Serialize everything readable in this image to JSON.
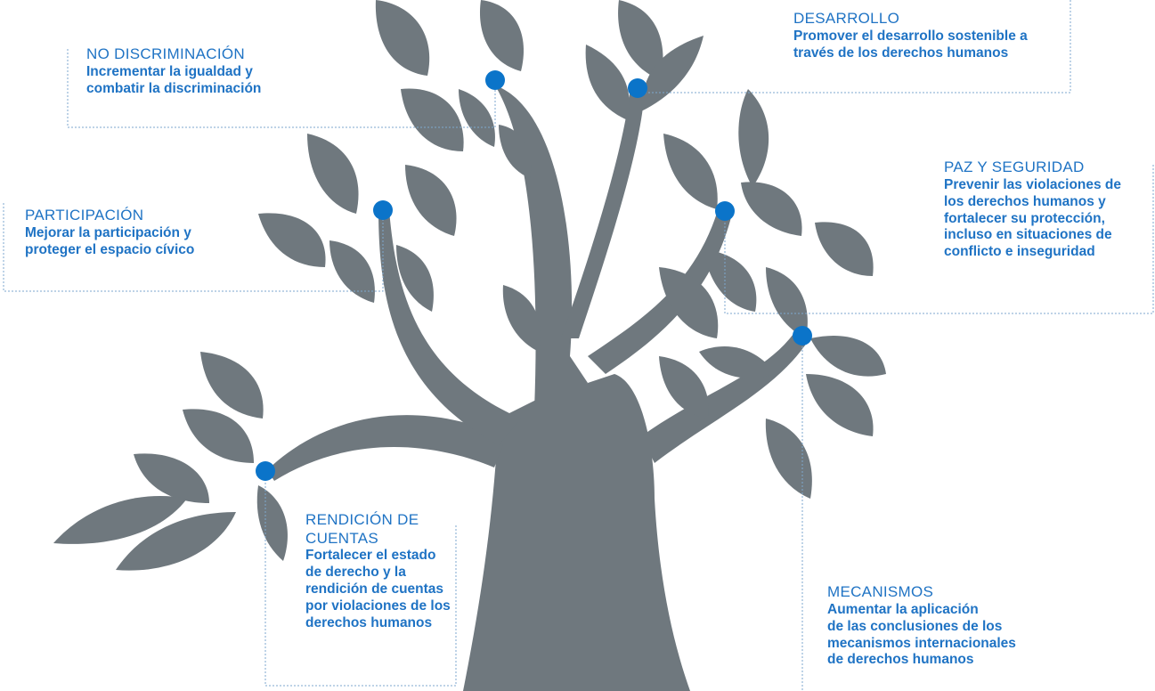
{
  "accent_color": "#0b74c9",
  "tree_color": "#6f787e",
  "connector_color": "#7ea7cf",
  "nodes": {
    "no_discriminacion": {
      "title": "NO DISCRIMINACIÓN",
      "lines": [
        "Incrementar la igualdad y",
        "combatir la discriminación"
      ]
    },
    "desarrollo": {
      "title": "DESARROLLO",
      "lines": [
        "Promover el desarrollo sostenible a",
        "través de los derechos humanos"
      ]
    },
    "participacion": {
      "title": "PARTICIPACIÓN",
      "lines": [
        "Mejorar la participación y",
        "proteger el espacio cívico"
      ]
    },
    "paz_seguridad": {
      "title": "PAZ Y SEGURIDAD",
      "lines": [
        "Prevenir las violaciones de",
        "los derechos humanos y",
        "fortalecer su protección,",
        "incluso en situaciones de",
        "conflicto e inseguridad"
      ]
    },
    "rendicion_cuentas": {
      "title_lines": [
        "RENDICIÓN DE",
        "CUENTAS"
      ],
      "lines": [
        "Fortalecer el estado",
        "de derecho y la",
        "rendición de cuentas",
        "por violaciones de los",
        "derechos humanos"
      ]
    },
    "mecanismos": {
      "title": "MECANISMOS",
      "lines": [
        "Aumentar la aplicación",
        "de las conclusiones de los",
        "mecanismos internacionales",
        "de derechos humanos"
      ]
    }
  }
}
